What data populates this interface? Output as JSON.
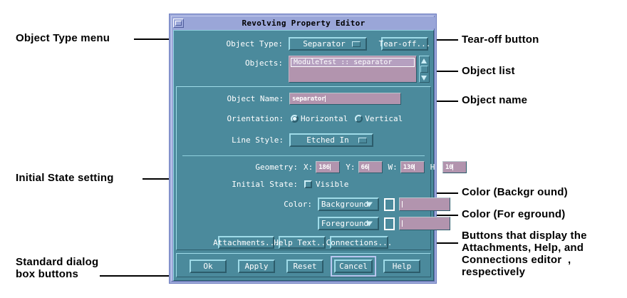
{
  "window": {
    "title": "Revolving Property Editor",
    "minimize_icon": "minimize-box-icon"
  },
  "form": {
    "object_type_label": "Object Type:",
    "object_type_value": "Separator",
    "tear_off_label": "Tear-off...",
    "objects_label": "Objects:",
    "objects_items": [
      "ModuleTest :: separator"
    ],
    "object_name_label": "Object Name:",
    "object_name_value": "separator",
    "orientation_label": "Orientation:",
    "orientation_options": [
      "Horizontal",
      "Vertical"
    ],
    "orientation_selected": "Horizontal",
    "line_style_label": "Line Style:",
    "line_style_value": "Etched In",
    "geometry_label": "Geometry:",
    "geometry": [
      {
        "label": "X:",
        "value": "186"
      },
      {
        "label": "Y:",
        "value": "66"
      },
      {
        "label": "W:",
        "value": "130"
      },
      {
        "label": "H:",
        "value": "10"
      }
    ],
    "initial_state_label": "Initial State:",
    "initial_state_option": "Visible",
    "initial_state_checked": false,
    "color_label": "Color:",
    "color_rows": [
      {
        "menu": "Background",
        "swatch_value": "",
        "color_hex": "#b294ae"
      },
      {
        "menu": "Foreground",
        "swatch_value": "",
        "color_hex": "#b294ae"
      }
    ],
    "editor_buttons": [
      "Attachments...",
      "Help Text...",
      "Connections..."
    ]
  },
  "dialog_buttons": [
    {
      "label": "Ok",
      "default": false
    },
    {
      "label": "Apply",
      "default": false
    },
    {
      "label": "Reset",
      "default": false
    },
    {
      "label": "Cancel",
      "default": true
    },
    {
      "label": "Help",
      "default": false
    }
  ],
  "annotations": {
    "left": [
      {
        "text": "Object Type menu"
      },
      {
        "text": "Initial State setting"
      },
      {
        "text": "Standard dialog\nbox buttons"
      }
    ],
    "right": [
      {
        "text": "Tear-off button"
      },
      {
        "text": "Object list"
      },
      {
        "text": "Object name"
      },
      {
        "text": "Color (Backgr ound)"
      },
      {
        "text": "Color (For eground)"
      },
      {
        "text": "Buttons that display the\nAttachments, Help, and\nConnections editor  ,\nrespectively"
      }
    ]
  },
  "colors": {
    "window_frame": "#9aa6d8",
    "panel": "#4b8a9c",
    "field": "#b294ae",
    "highlight": "#9fdbe8",
    "shadow": "#2c5c6b",
    "text": "#ffffff"
  }
}
